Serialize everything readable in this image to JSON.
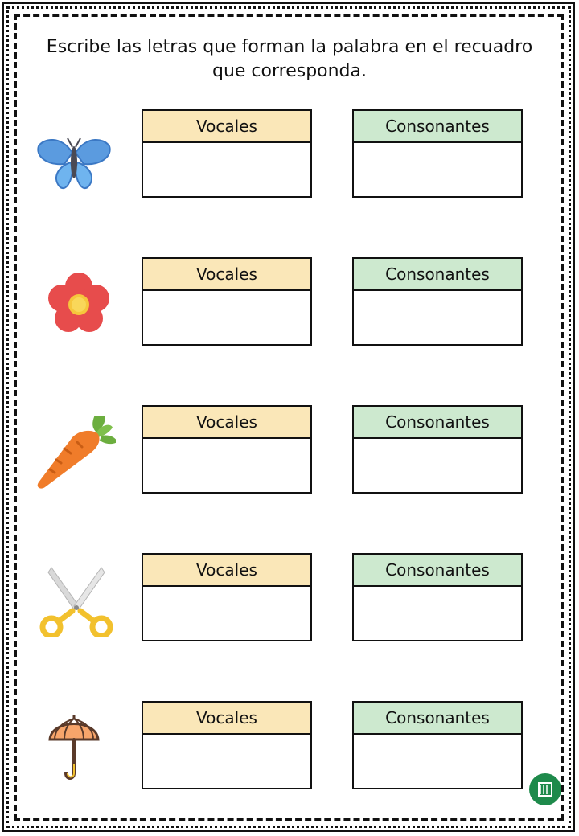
{
  "instruction": "Escribe las letras que forman la palabra en el recuadro que corresponda.",
  "rows": [
    {
      "icon": "butterfly-icon",
      "vowels_label": "Vocales",
      "consonants_label": "Consonantes"
    },
    {
      "icon": "flower-icon",
      "vowels_label": "Vocales",
      "consonants_label": "Consonantes"
    },
    {
      "icon": "carrot-icon",
      "vowels_label": "Vocales",
      "consonants_label": "Consonantes"
    },
    {
      "icon": "scissors-icon",
      "vowels_label": "Vocales",
      "consonants_label": "Consonantes"
    },
    {
      "icon": "umbrella-icon",
      "vowels_label": "Vocales",
      "consonants_label": "Consonantes"
    }
  ],
  "colors": {
    "vowels_header": "#fae7b8",
    "consonants_header": "#cde9cf",
    "border": "#111111",
    "logo": "#1e8a4b"
  }
}
